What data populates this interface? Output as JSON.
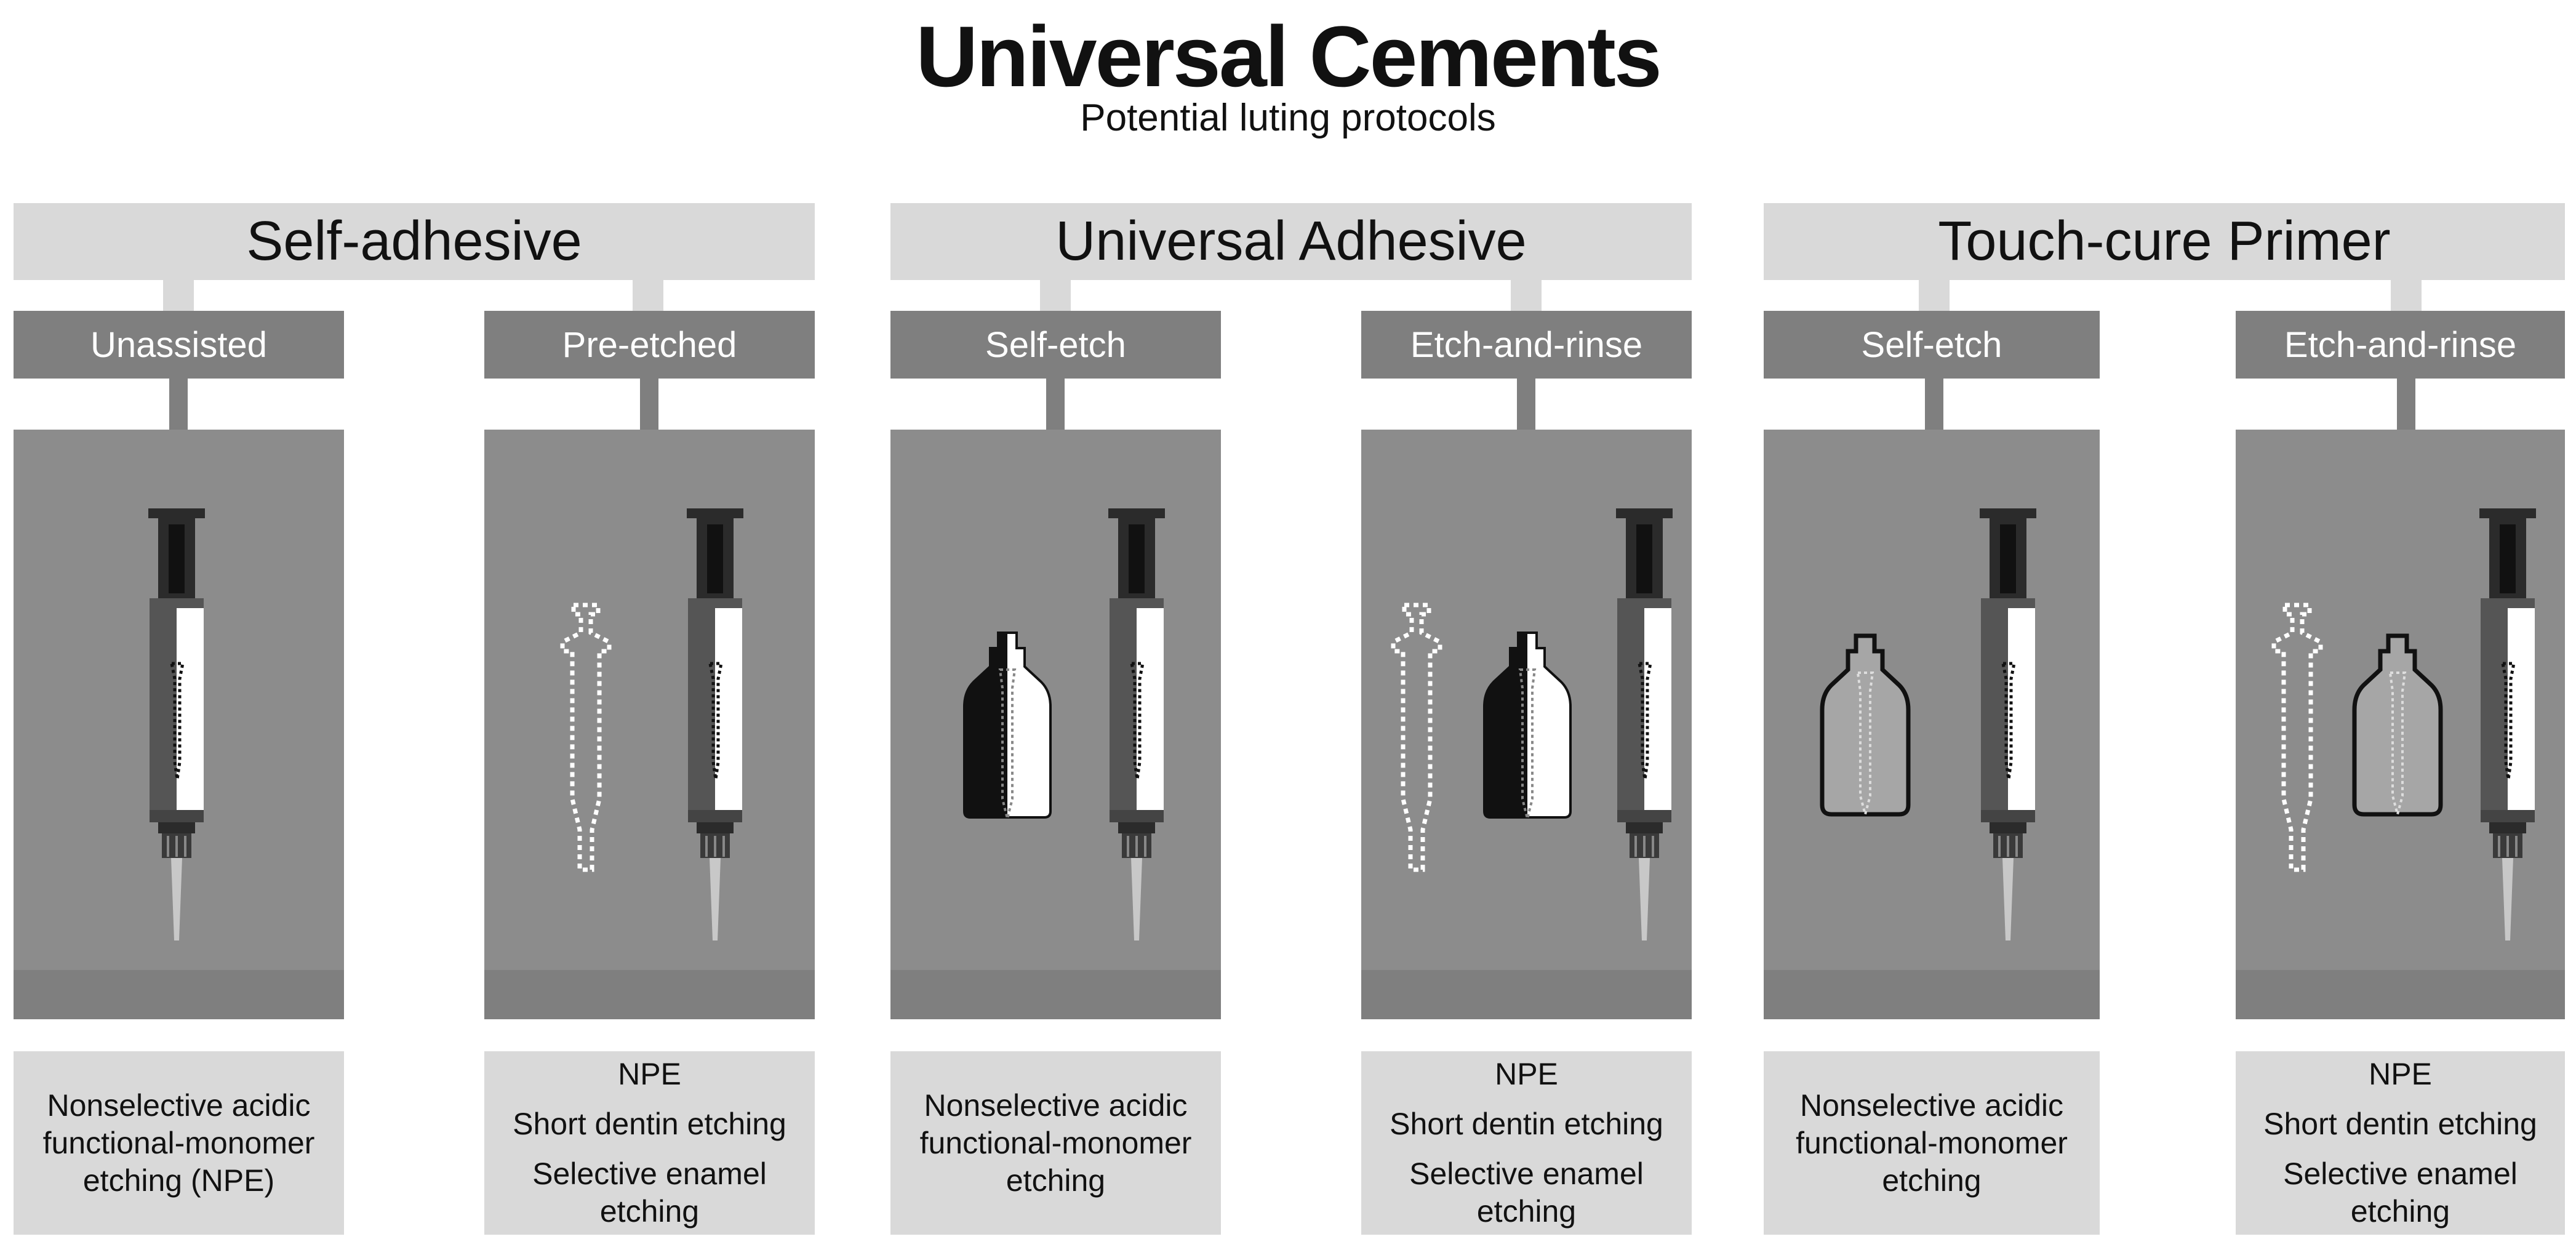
{
  "title": "Universal Cements",
  "subtitle": "Potential luting protocols",
  "groups": [
    {
      "label": "Self-adhesive",
      "protocols": [
        {
          "label": "Unassisted",
          "description": [
            "Nonselective acidic",
            "functional-monomer",
            "etching (NPE)"
          ]
        },
        {
          "label": "Pre-etched",
          "description": [
            "NPE",
            "Short dentin etching",
            "Selective enamel etching"
          ]
        }
      ]
    },
    {
      "label": "Universal Adhesive",
      "protocols": [
        {
          "label": "Self-etch",
          "description": [
            "Nonselective acidic",
            "functional-monomer",
            "etching"
          ]
        },
        {
          "label": "Etch-and-rinse",
          "description": [
            "NPE",
            "Short dentin etching",
            "Selective enamel etching"
          ]
        }
      ]
    },
    {
      "label": "Touch-cure Primer",
      "protocols": [
        {
          "label": "Self-etch",
          "description": [
            "Nonselective acidic",
            "functional-monomer",
            "etching"
          ]
        },
        {
          "label": "Etch-and-rinse",
          "description": [
            "NPE",
            "Short dentin etching",
            "Selective enamel etching"
          ]
        }
      ]
    }
  ],
  "colors": {
    "group_bar": "#d9d9d9",
    "protocol_bar": "#7f7f7f",
    "panel": "#8c8c8c",
    "syringe_dark": "#2b2b2b",
    "adhesive_bottle": "split black/white",
    "primer_bottle": "#a6a6a6"
  },
  "icons": {
    "syringe": "cement-syringe-icon",
    "etch_syringe": "etchant-syringe-outline-icon",
    "adhesive_bottle": "adhesive-bottle-icon",
    "primer_bottle": "primer-bottle-icon"
  }
}
